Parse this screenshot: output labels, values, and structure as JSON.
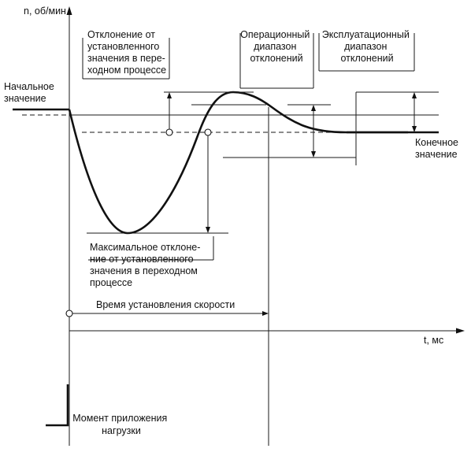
{
  "axes": {
    "y_label": "n, об/мин",
    "x_label": "t, мс"
  },
  "labels": {
    "initial_value": [
      "Начальное",
      "значение"
    ],
    "final_value": [
      "Конечное",
      "значение"
    ],
    "transient_deviation": [
      "Отклонение от",
      "установленного",
      "значения в пере-",
      "ходном процессе"
    ],
    "operational_range": [
      "Операционный",
      "диапазон",
      "отклонений"
    ],
    "operating_range": [
      "Эксплуатационный",
      "диапазон",
      "отклонений"
    ],
    "max_deviation": [
      "Максимальное отклоне-",
      "ние от установленного",
      "значения в переходном",
      "процессе"
    ],
    "settling_time": "Время установления скорости",
    "load_moment": [
      "Момент приложения",
      "нагрузки"
    ]
  }
}
